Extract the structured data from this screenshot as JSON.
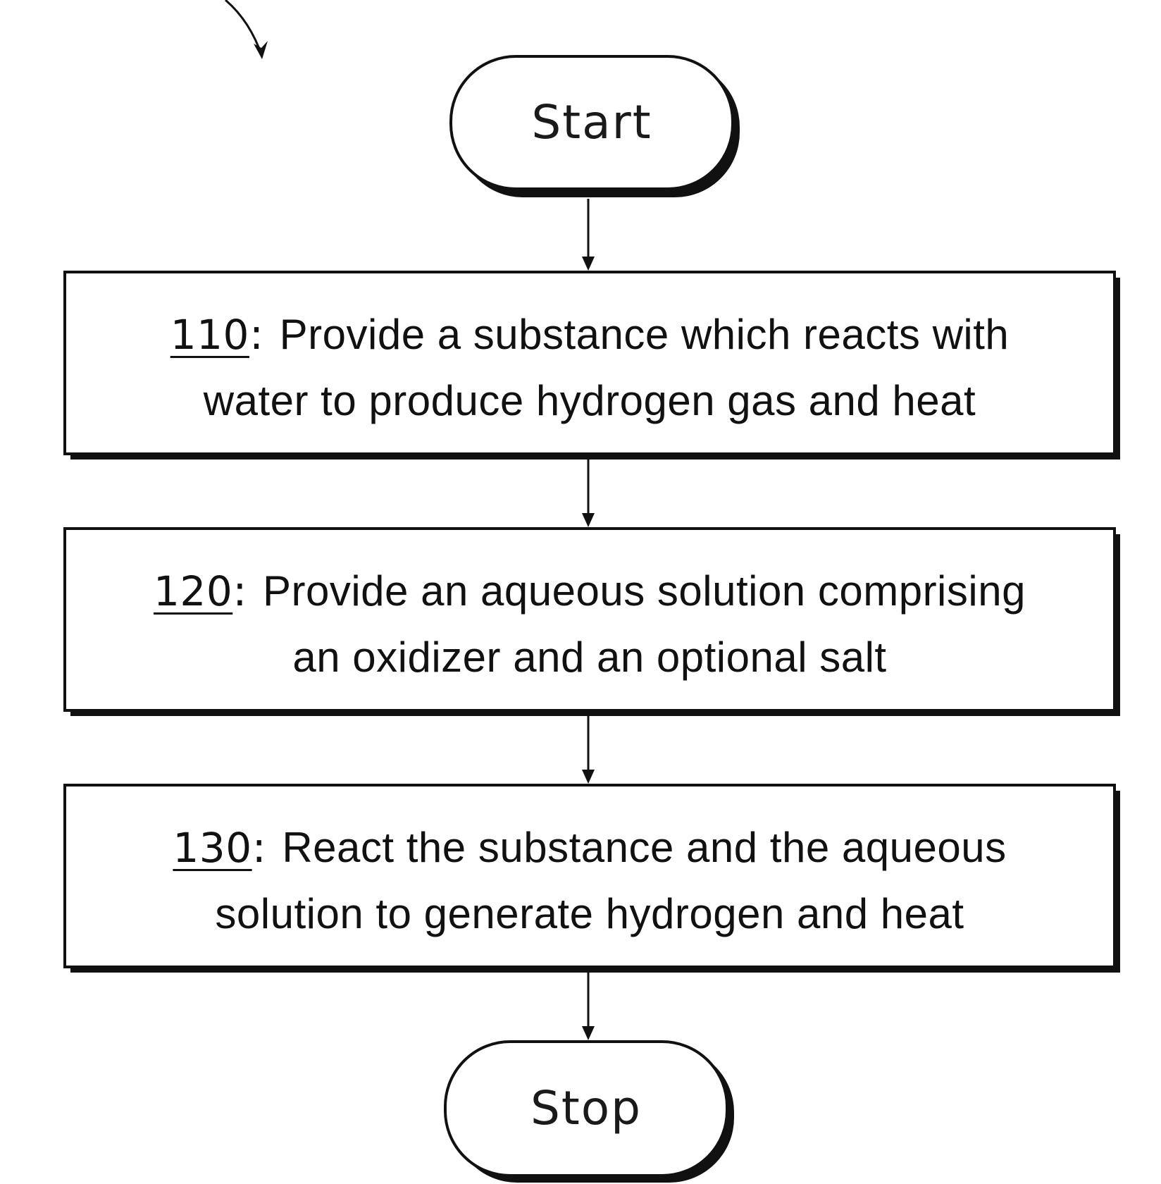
{
  "terminals": {
    "start": "Start",
    "stop": "Stop"
  },
  "steps": [
    {
      "id": "110",
      "line1": "Provide a substance which reacts with",
      "line2": "water to produce hydrogen gas and heat"
    },
    {
      "id": "120",
      "line1": "Provide an aqueous solution comprising",
      "line2": "an oxidizer and an optional salt"
    },
    {
      "id": "130",
      "line1": "React the substance and the aqueous",
      "line2": "solution to generate hydrogen and heat"
    }
  ],
  "colors": {
    "stroke": "#111111",
    "shadow": "#111111",
    "background": "#ffffff"
  }
}
